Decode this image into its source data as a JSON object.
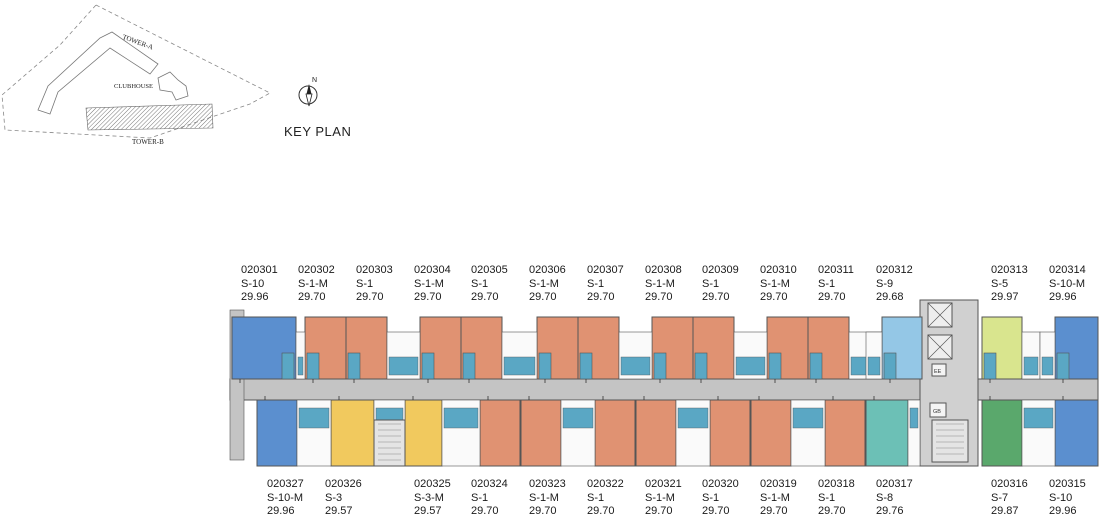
{
  "key_plan": {
    "title": "KEY PLAN",
    "labels": {
      "tower_a": "TOWER-A",
      "tower_b": "TOWER-B",
      "clubhouse": "CLUBHOUSE"
    },
    "compass_letter": "N"
  },
  "colors": {
    "S-10": "#5b8fcf",
    "S-10-M": "#5b8fcf",
    "S-1": "#e09272",
    "S-1-M": "#e09272",
    "S-9": "#94c7e6",
    "S-5": "#d9e58e",
    "S-8": "#6cc0b6",
    "S-7": "#5aa86c",
    "S-3": "#f1c95e",
    "S-3-M": "#f1c95e",
    "corridor": "#c4c4c4",
    "bath": "#5aa7c4",
    "core": "#d0d0d0",
    "stair": "#e4e4e4",
    "wall": "#555555"
  },
  "units_top": [
    {
      "id": "020301",
      "type": "S-10",
      "area": "29.96"
    },
    {
      "id": "020302",
      "type": "S-1-M",
      "area": "29.70"
    },
    {
      "id": "020303",
      "type": "S-1",
      "area": "29.70"
    },
    {
      "id": "020304",
      "type": "S-1-M",
      "area": "29.70"
    },
    {
      "id": "020305",
      "type": "S-1",
      "area": "29.70"
    },
    {
      "id": "020306",
      "type": "S-1-M",
      "area": "29.70"
    },
    {
      "id": "020307",
      "type": "S-1",
      "area": "29.70"
    },
    {
      "id": "020308",
      "type": "S-1-M",
      "area": "29.70"
    },
    {
      "id": "020309",
      "type": "S-1",
      "area": "29.70"
    },
    {
      "id": "020310",
      "type": "S-1-M",
      "area": "29.70"
    },
    {
      "id": "020311",
      "type": "S-1",
      "area": "29.70"
    },
    {
      "id": "020312",
      "type": "S-9",
      "area": "29.68"
    },
    {
      "id": "020313",
      "type": "S-5",
      "area": "29.97"
    },
    {
      "id": "020314",
      "type": "S-10-M",
      "area": "29.96"
    }
  ],
  "units_bottom": [
    {
      "id": "020327",
      "type": "S-10-M",
      "area": "29.96"
    },
    {
      "id": "020326",
      "type": "S-3",
      "area": "29.57"
    },
    {
      "id": "020325",
      "type": "S-3-M",
      "area": "29.57"
    },
    {
      "id": "020324",
      "type": "S-1",
      "area": "29.70"
    },
    {
      "id": "020323",
      "type": "S-1-M",
      "area": "29.70"
    },
    {
      "id": "020322",
      "type": "S-1",
      "area": "29.70"
    },
    {
      "id": "020321",
      "type": "S-1-M",
      "area": "29.70"
    },
    {
      "id": "020320",
      "type": "S-1",
      "area": "29.70"
    },
    {
      "id": "020319",
      "type": "S-1-M",
      "area": "29.70"
    },
    {
      "id": "020318",
      "type": "S-1",
      "area": "29.70"
    },
    {
      "id": "020317",
      "type": "S-8",
      "area": "29.76"
    },
    {
      "id": "020316",
      "type": "S-7",
      "area": "29.87"
    },
    {
      "id": "020315",
      "type": "S-10",
      "area": "29.96"
    }
  ],
  "core_labels": {
    "ee": "EE",
    "gb": "GB"
  }
}
